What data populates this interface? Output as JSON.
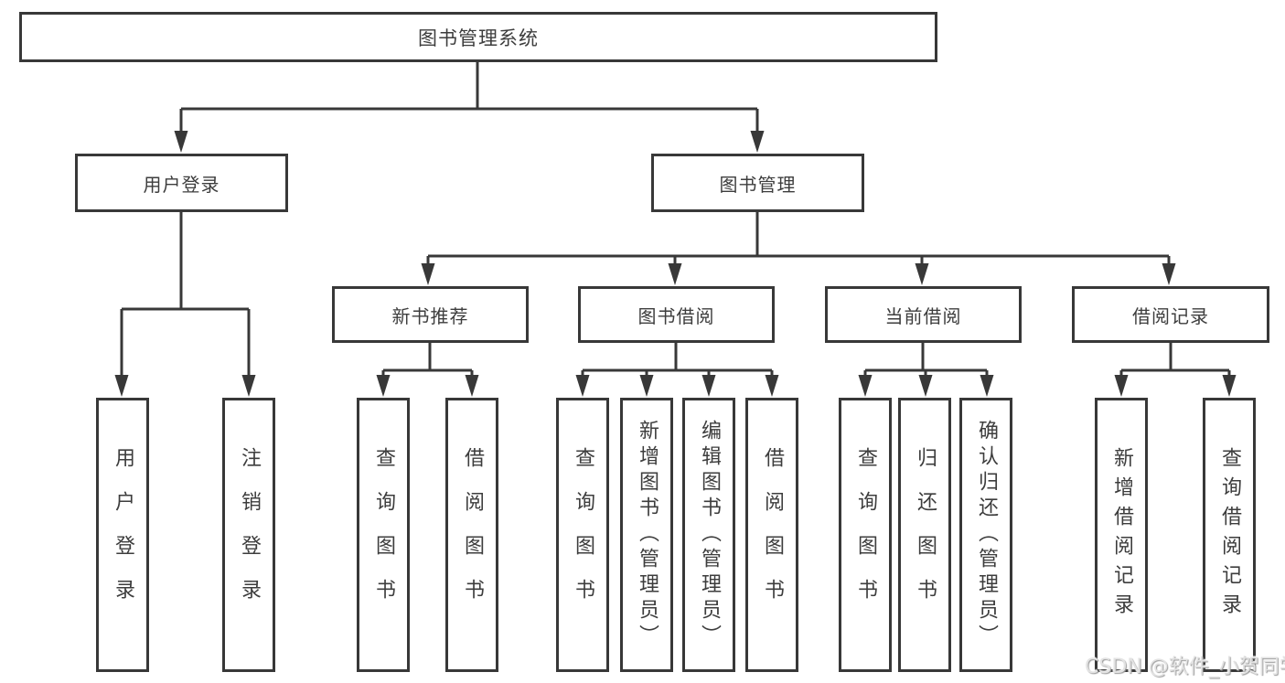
{
  "diagram": {
    "title": "图书管理系统",
    "root": {
      "label": "图书管理系统"
    },
    "level2": [
      {
        "id": "user-login",
        "label": "用户登录"
      },
      {
        "id": "book-management",
        "label": "图书管理"
      }
    ],
    "level3": [
      {
        "id": "new-book-recommend",
        "label": "新书推荐",
        "parent": "图书管理"
      },
      {
        "id": "book-borrow",
        "label": "图书借阅",
        "parent": "图书管理"
      },
      {
        "id": "current-borrow",
        "label": "当前借阅",
        "parent": "图书管理"
      },
      {
        "id": "borrow-records",
        "label": "借阅记录",
        "parent": "图书管理"
      }
    ],
    "leaves": [
      {
        "label": "用户登录",
        "parent": "用户登录"
      },
      {
        "label": "注销登录",
        "parent": "用户登录"
      },
      {
        "label": "查询图书",
        "parent": "新书推荐"
      },
      {
        "label": "借阅图书",
        "parent": "新书推荐"
      },
      {
        "label": "查询图书",
        "parent": "图书借阅"
      },
      {
        "label": "新增图书（管理员）",
        "parent": "图书借阅"
      },
      {
        "label": "编辑图书（管理员）",
        "parent": "图书借阅"
      },
      {
        "label": "借阅图书",
        "parent": "图书借阅"
      },
      {
        "label": "查询图书",
        "parent": "当前借阅"
      },
      {
        "label": "归还图书",
        "parent": "当前借阅"
      },
      {
        "label": "确认归还（管理员）",
        "parent": "当前借阅"
      },
      {
        "label": "新增借阅记录",
        "parent": "借阅记录"
      },
      {
        "label": "查询借阅记录",
        "parent": "借阅记录"
      }
    ]
  },
  "watermark": {
    "text": "CSDN @软件_小贺同学"
  },
  "colors": {
    "line": "#383838",
    "box_border": "#383838",
    "box_fill": "#ffffff",
    "text": "#3d3d3d",
    "watermark": "#e3e3e3"
  }
}
